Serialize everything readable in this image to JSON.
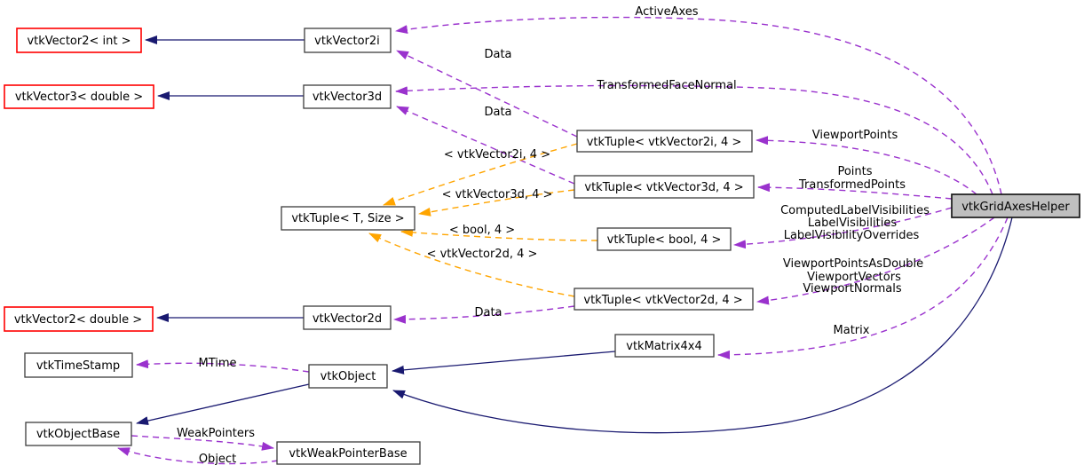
{
  "diagram_type": "doxygen-collaboration-graph",
  "main_class": "vtkGridAxesHelper",
  "colors": {
    "inheritance_edge": "#191970",
    "usage_edge": "#9a32cd",
    "template_edge": "#ffa500",
    "node_border": "#3d3d3d",
    "truncated_node_border": "#ff0000",
    "main_node_fill": "#bfbfbf",
    "node_fill": "#ffffff",
    "background": "#ffffff",
    "text": "#000000"
  },
  "nodes": {
    "vec2int": "vtkVector2< int >",
    "vec2i": "vtkVector2i",
    "vec3double": "vtkVector3< double >",
    "vec3d": "vtkVector3d",
    "tuple2i": "vtkTuple< vtkVector2i, 4 >",
    "tuple3d": "vtkTuple< vtkVector3d, 4 >",
    "tupleT": "vtkTuple< T, Size >",
    "tuplebool": "vtkTuple< bool, 4 >",
    "tuple2d": "vtkTuple< vtkVector2d, 4 >",
    "vec2double": "vtkVector2< double >",
    "vec2d": "vtkVector2d",
    "matrix4x4": "vtkMatrix4x4",
    "timestamp": "vtkTimeStamp",
    "object": "vtkObject",
    "objectbase": "vtkObjectBase",
    "weakpointerbase": "vtkWeakPointerBase",
    "main": "vtkGridAxesHelper"
  },
  "edge_labels": {
    "active_axes": "ActiveAxes",
    "data_2i": "Data",
    "transformed_face_normal": "TransformedFaceNormal",
    "data_3d": "Data",
    "viewport_points": "ViewportPoints",
    "points_line1": "Points",
    "points_line2": "TransformedPoints",
    "labelvis_line1": "ComputedLabelVisibilities",
    "labelvis_line2": "LabelVisibilities",
    "labelvis_line3": "LabelVisibilityOverrides",
    "viewport_line1": "ViewportPointsAsDouble",
    "viewport_line2": "ViewportVectors",
    "viewport_line3": "ViewportNormals",
    "data_2d": "Data",
    "matrix": "Matrix",
    "mtime": "MTime",
    "weak_pointers": "WeakPointers",
    "object_label": "Object",
    "tmpl_2i": "< vtkVector2i, 4 >",
    "tmpl_3d": "< vtkVector3d, 4 >",
    "tmpl_bool": "< bool, 4 >",
    "tmpl_2d": "< vtkVector2d, 4 >"
  },
  "edges": [
    {
      "from": "vec2i",
      "to": "vec2int",
      "type": "inheritance"
    },
    {
      "from": "vec3d",
      "to": "vec3double",
      "type": "inheritance"
    },
    {
      "from": "vec2d",
      "to": "vec2double",
      "type": "inheritance"
    },
    {
      "from": "object",
      "to": "objectbase",
      "type": "inheritance"
    },
    {
      "from": "matrix4x4",
      "to": "object",
      "type": "inheritance"
    },
    {
      "from": "main",
      "to": "object",
      "type": "inheritance"
    },
    {
      "from": "main",
      "to": "vec2i",
      "type": "usage",
      "label_keys": [
        "active_axes"
      ]
    },
    {
      "from": "tuple2i",
      "to": "vec2i",
      "type": "usage",
      "label_keys": [
        "data_2i"
      ]
    },
    {
      "from": "main",
      "to": "vec3d",
      "type": "usage",
      "label_keys": [
        "transformed_face_normal"
      ]
    },
    {
      "from": "tuple3d",
      "to": "vec3d",
      "type": "usage",
      "label_keys": [
        "data_3d"
      ]
    },
    {
      "from": "main",
      "to": "tuple2i",
      "type": "usage",
      "label_keys": [
        "viewport_points"
      ]
    },
    {
      "from": "main",
      "to": "tuple3d",
      "type": "usage",
      "label_keys": [
        "points_line1",
        "points_line2"
      ]
    },
    {
      "from": "main",
      "to": "tuplebool",
      "type": "usage",
      "label_keys": [
        "labelvis_line1",
        "labelvis_line2",
        "labelvis_line3"
      ]
    },
    {
      "from": "main",
      "to": "tuple2d",
      "type": "usage",
      "label_keys": [
        "viewport_line1",
        "viewport_line2",
        "viewport_line3"
      ]
    },
    {
      "from": "tuple2d",
      "to": "vec2d",
      "type": "usage",
      "label_keys": [
        "data_2d"
      ]
    },
    {
      "from": "main",
      "to": "matrix4x4",
      "type": "usage",
      "label_keys": [
        "matrix"
      ]
    },
    {
      "from": "object",
      "to": "timestamp",
      "type": "usage",
      "label_keys": [
        "mtime"
      ]
    },
    {
      "from": "objectbase",
      "to": "weakpointerbase",
      "type": "usage",
      "label_keys": [
        "weak_pointers"
      ]
    },
    {
      "from": "weakpointerbase",
      "to": "objectbase",
      "type": "usage",
      "label_keys": [
        "object_label"
      ]
    },
    {
      "from": "tuple2i",
      "to": "tupleT",
      "type": "template-instance",
      "label_keys": [
        "tmpl_2i"
      ]
    },
    {
      "from": "tuple3d",
      "to": "tupleT",
      "type": "template-instance",
      "label_keys": [
        "tmpl_3d"
      ]
    },
    {
      "from": "tuplebool",
      "to": "tupleT",
      "type": "template-instance",
      "label_keys": [
        "tmpl_bool"
      ]
    },
    {
      "from": "tuple2d",
      "to": "tupleT",
      "type": "template-instance",
      "label_keys": [
        "tmpl_2d"
      ]
    }
  ]
}
